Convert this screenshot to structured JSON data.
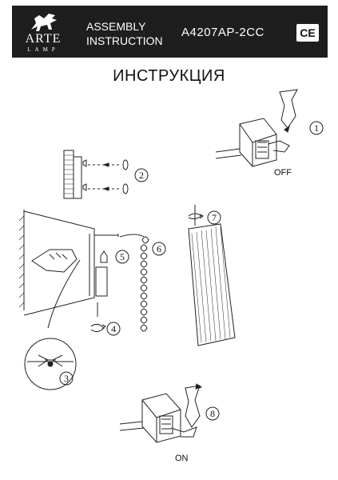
{
  "header": {
    "brand": "ARTE",
    "brand_sub": "LAMP",
    "doc_type_line1": "ASSEMBLY",
    "doc_type_line2": "INSTRUCTION",
    "model": "A4207AP-2CC",
    "ce_mark": "CE"
  },
  "title": "ИНСТРУКЦИЯ",
  "switch_labels": {
    "off": "OFF",
    "on": "ON"
  },
  "steps": [
    "1",
    "2",
    "3",
    "4",
    "5",
    "6",
    "7",
    "8"
  ]
}
